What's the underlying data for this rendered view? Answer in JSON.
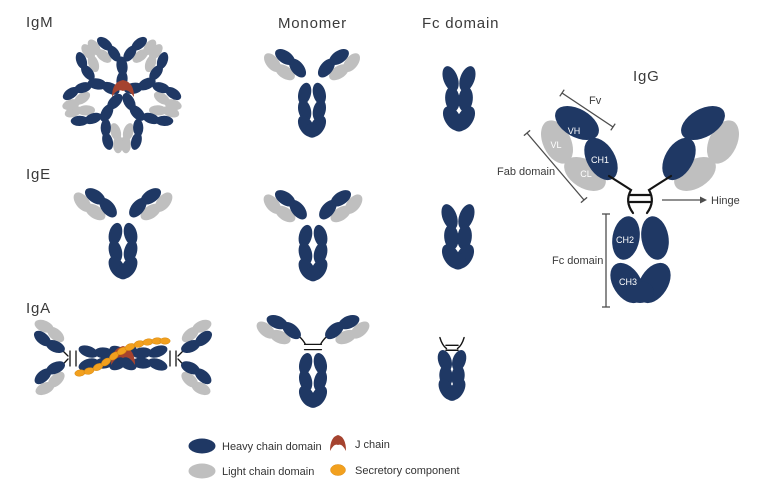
{
  "colors": {
    "heavy_chain": "#1f3864",
    "light_chain": "#bfbfbf",
    "j_chain": "#a5432f",
    "secretory_component": "#f2a01e",
    "outline": "#141414",
    "annotation_text": "#3a3a3a"
  },
  "headers": {
    "igm": "IgM",
    "ige": "IgE",
    "iga": "IgA",
    "monomer": "Monomer",
    "fc": "Fc domain",
    "igg": "IgG"
  },
  "igg": {
    "domains": {
      "vh": "VH",
      "vl": "VL",
      "ch1": "CH1",
      "cl": "CL",
      "ch2": "CH2",
      "ch3": "CH3"
    },
    "annotations": {
      "fv": "Fv",
      "fab": "Fab domain",
      "hinge": "Hinge",
      "fc": "Fc domain"
    }
  },
  "legend": {
    "items": [
      {
        "swatch": "heavy-chain-ellipse",
        "label": "Heavy chain domain"
      },
      {
        "swatch": "light-chain-ellipse",
        "label": "Light chain domain"
      },
      {
        "swatch": "j-chain-shape",
        "label": "J chain"
      },
      {
        "swatch": "secretory-component-ellipse",
        "label": "Secretory component"
      }
    ]
  }
}
